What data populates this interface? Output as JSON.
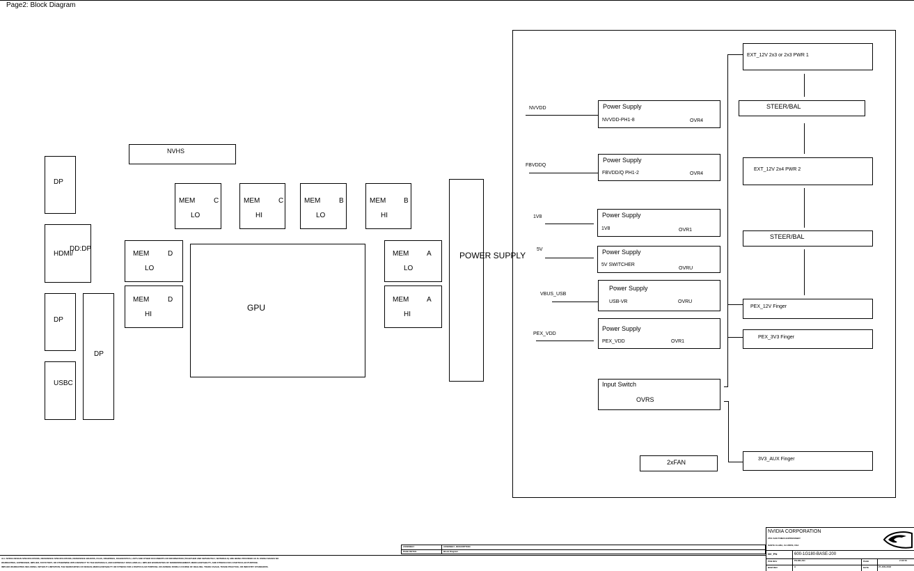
{
  "page_title": "Page2: Block Diagram",
  "left": {
    "dp_top": "DP",
    "hdmi": "HDMI/",
    "hdmi_overlay": "DD:DP",
    "dp_mid": "DP",
    "usbc": "USBC",
    "dp_tall": "DP",
    "nvhs": "NVHS",
    "gpu": "GPU",
    "power_supply": "POWER SUPPLY"
  },
  "memory": [
    {
      "name": "MEM",
      "ch": "C",
      "lvl": "LO"
    },
    {
      "name": "MEM",
      "ch": "C",
      "lvl": "HI"
    },
    {
      "name": "MEM",
      "ch": "B",
      "lvl": "LO"
    },
    {
      "name": "MEM",
      "ch": "B",
      "lvl": "HI"
    },
    {
      "name": "MEM",
      "ch": "D",
      "lvl": "LO"
    },
    {
      "name": "MEM",
      "ch": "D",
      "lvl": "HI"
    },
    {
      "name": "MEM",
      "ch": "A",
      "lvl": "LO"
    },
    {
      "name": "MEM",
      "ch": "A",
      "lvl": "HI"
    }
  ],
  "rails": [
    {
      "net": "NVVDD",
      "title": "Power Supply",
      "sub": "NVVDD-PH1-8",
      "part": "OVR4"
    },
    {
      "net": "FBVDDQ",
      "title": "Power Supply",
      "sub": "FBVDD/Q PH1-2",
      "part": "OVR4"
    },
    {
      "net": "1V8",
      "title": "Power Supply",
      "sub": "1V8",
      "part": "OVR1"
    },
    {
      "net": "5V",
      "title": "Power Supply",
      "sub": "5V SWITCHER",
      "part": "OVRU"
    },
    {
      "net": "VBUS_USB",
      "title": "Power Supply",
      "sub": "USB-VR",
      "part": "OVRU"
    },
    {
      "net": "PEX_VDD",
      "title": "Power Supply",
      "sub": "PEX_VDD",
      "part": "OVR1"
    }
  ],
  "input_switch": {
    "title": "Input Switch",
    "part": "OVRS"
  },
  "fan": "2xFAN",
  "inputs": {
    "ext_pwr1": "EXT_12V 2x3 or 2x3 PWR 1",
    "steer1": "STEER/BAL",
    "ext_pwr2": "EXT_12V 2x4 PWR 2",
    "steer2": "STEER/BAL",
    "pex12": "PEX_12V Finger",
    "pex3v3": "PEX_3V3 Finger",
    "aux": "3V3_AUX Finger"
  },
  "title_block": {
    "company": "NVIDIA CORPORATION",
    "address1": "2701 SAN TOMAS EXPRESSWAY",
    "address2": "SANTA CLARA, CA 95050, USA",
    "pn_label": "NV_PN",
    "pn_value": "600-1G180-BASE-200",
    "pcb_label": "PCB REV",
    "pcb_value": "PG180-A01",
    "page_label": "PAGE",
    "page_value": "2 OF 50",
    "bom_label": "BOM REV",
    "bom_value": "A",
    "date_label": "DATE",
    "date_value": "27-JUN-2018",
    "assembly_label": "ASSEMBLY",
    "assembly_value": "ASSEMBLY_DESCRIPTION",
    "page_detail_label": "PAGE DETAIL",
    "page_detail_value": "Block Diagram"
  },
  "disclaimer": [
    "ALL NVIDIA DESIGN SPECIFICATIONS, REFERENCE SPECIFICATIONS, REFERENCE BOARDS, FILES, DRAWINGS, DIAGNOSTICS, LISTS AND OTHER DOCUMENTS OR INFORMATION (TOGETHER AND SEPARATELY, MATERIALS) ARE BEING PROVIDED AS IS. NVIDIA MAKES NO",
    "WARRANTIES, EXPRESSED, IMPLIED, STATUTORY, OR OTHERWISE WITH RESPECT TO THE MATERIALS, AND EXPRESSLY DISCLAIMS ALL IMPLIED WARRANTIES OF NONINFRINGEMENT, MERCHANTABILITY, AND FITNESS FOR A PARTICULAR PURPOSE.",
    "IMPLIED WARRANTIES INCLUDING, WITHOUT LIMITATION, THE WARRANTIES OF DESIGN, MERCHANTABILITY OR FITNESS FOR A PARTICULAR PURPOSE, OR ARISING FROM A COURSE OF DEALING, TRADE USAGE, TRADE PRACTICE, OR INDUSTRY STANDARDS."
  ]
}
